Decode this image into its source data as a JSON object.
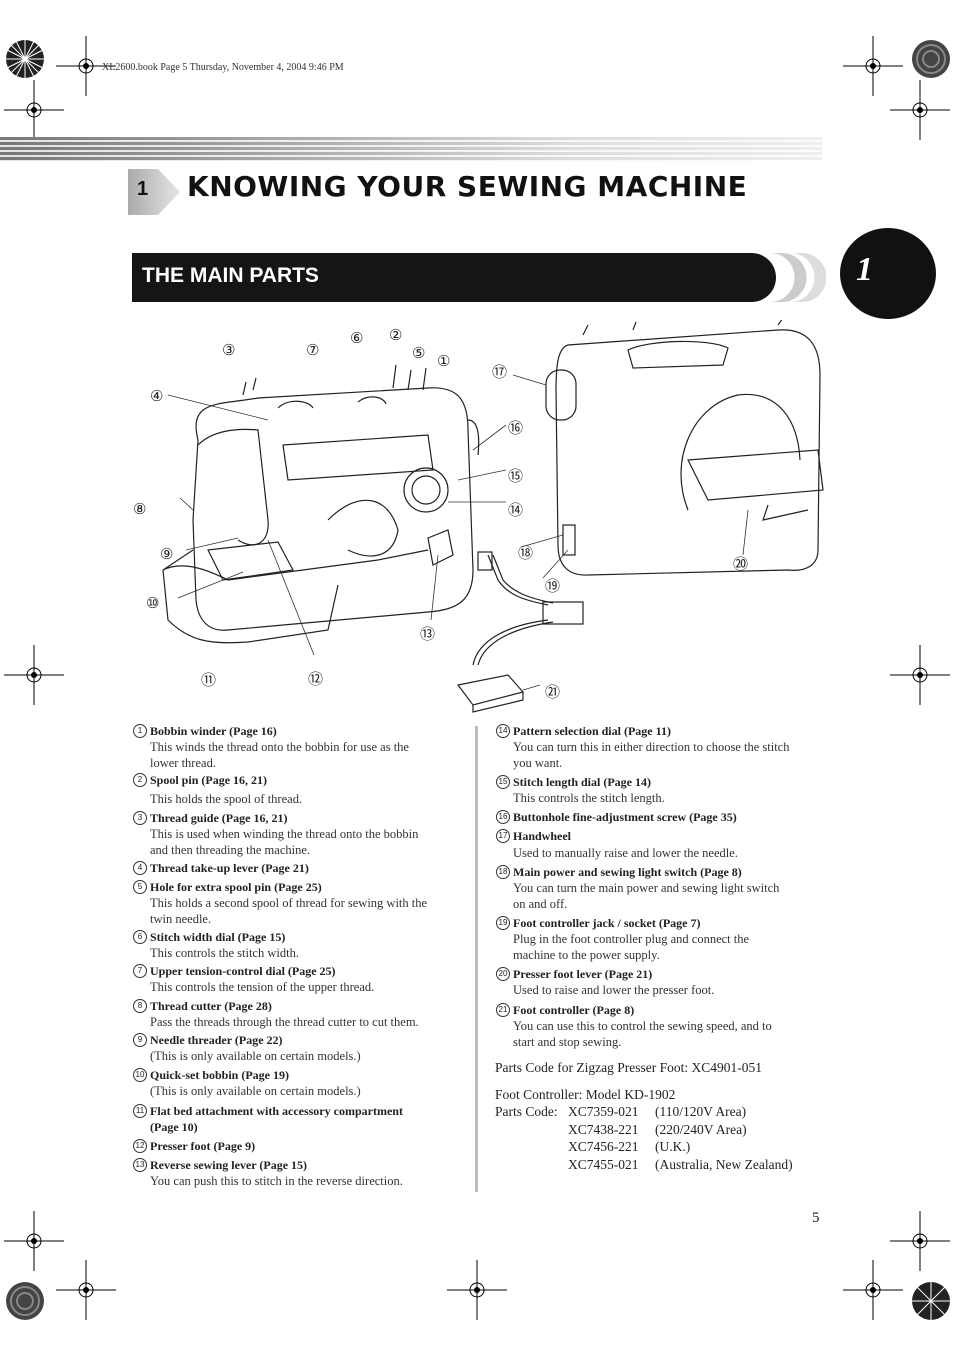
{
  "header": {
    "file_info": "XL2600.book  Page 5  Thursday, November 4, 2004  9:46 PM"
  },
  "chapter": {
    "number": "1",
    "title": "KNOWING YOUR SEWING MACHINE",
    "tab_number": "1"
  },
  "section": {
    "title": "THE MAIN PARTS"
  },
  "callouts": [
    "①",
    "②",
    "③",
    "④",
    "⑤",
    "⑥",
    "⑦",
    "⑧",
    "⑨",
    "⑩",
    "⑪",
    "⑫",
    "⑬",
    "⑭",
    "⑮",
    "⑯",
    "⑰",
    "⑱",
    "⑲",
    "⑳",
    "㉑"
  ],
  "parts_left": [
    {
      "num": "1",
      "title": "Bobbin winder (Page 16)",
      "desc": [
        "This winds the thread onto the bobbin for use as the",
        "lower thread."
      ]
    },
    {
      "num": "2",
      "title": "Spool pin (Page 16, 21)",
      "desc": [
        "This holds the spool of thread."
      ]
    },
    {
      "num": "3",
      "title": "Thread guide (Page 16, 21)",
      "desc": [
        "This is used when winding the thread onto the bobbin",
        "and then threading the machine."
      ]
    },
    {
      "num": "4",
      "title": "Thread take-up lever (Page 21)",
      "desc": []
    },
    {
      "num": "5",
      "title": "Hole for extra spool pin (Page 25)",
      "desc": [
        "This holds a second spool of thread for sewing with the",
        "twin needle."
      ]
    },
    {
      "num": "6",
      "title": "Stitch width dial (Page 15)",
      "desc": [
        "This controls the stitch width."
      ]
    },
    {
      "num": "7",
      "title": "Upper tension-control dial (Page 25)",
      "desc": [
        "This controls the tension of the upper thread."
      ]
    },
    {
      "num": "8",
      "title": "Thread cutter (Page 28)",
      "desc": [
        "Pass the threads through the thread cutter to cut them."
      ]
    },
    {
      "num": "9",
      "title": "Needle threader (Page 22)",
      "desc": [
        "(This is only available on certain models.)"
      ]
    },
    {
      "num": "10",
      "title": "Quick-set bobbin (Page 19)",
      "desc": [
        "(This is only available on certain models.)"
      ]
    },
    {
      "num": "11",
      "title": "Flat bed attachment with accessory compartment",
      "desc": [
        "(Page 10)"
      ]
    },
    {
      "num": "12",
      "title": "Presser foot (Page 9)",
      "desc": []
    },
    {
      "num": "13",
      "title": "Reverse sewing lever (Page 15)",
      "desc": [
        "You can push this to stitch in the reverse direction."
      ]
    }
  ],
  "parts_right": [
    {
      "num": "14",
      "title": "Pattern selection dial (Page 11)",
      "desc": [
        "You can turn this in either direction to choose the stitch",
        "you want."
      ]
    },
    {
      "num": "15",
      "title": "Stitch length dial (Page 14)",
      "desc": [
        "This controls the stitch length."
      ]
    },
    {
      "num": "16",
      "title": "Buttonhole fine-adjustment screw (Page 35)",
      "desc": []
    },
    {
      "num": "17",
      "title": "Handwheel",
      "desc": [
        "Used to manually raise and lower the needle."
      ]
    },
    {
      "num": "18",
      "title": "Main power and sewing light switch (Page 8)",
      "desc": [
        "You can turn the main power and sewing light switch",
        "on and off."
      ]
    },
    {
      "num": "19",
      "title": "Foot controller jack / socket (Page 7)",
      "desc": [
        "Plug in the foot controller plug and connect the",
        "machine to the power supply."
      ]
    },
    {
      "num": "20",
      "title": "Presser foot lever (Page 21)",
      "desc": [
        "Used to raise and lower the presser foot."
      ]
    },
    {
      "num": "21",
      "title": "Foot controller (Page 8)",
      "desc": [
        "You can use this to control the sewing speed, and to",
        "start and stop sewing."
      ]
    }
  ],
  "parts_code": {
    "zigzag": "Parts Code for Zigzag Presser Foot: XC4901-051",
    "foot_controller": "Foot Controller: Model KD-1902",
    "label": "Parts Code:",
    "codes": [
      {
        "code": "XC7359-021",
        "area": "(110/120V Area)"
      },
      {
        "code": "XC7438-221",
        "area": "(220/240V Area)"
      },
      {
        "code": "XC7456-221",
        "area": "(U.K.)"
      },
      {
        "code": "XC7455-021",
        "area": "(Australia, New Zealand)"
      }
    ]
  },
  "footer": {
    "page_number": "5"
  },
  "colors": {
    "section_bar": "#151515",
    "tab": "#111111",
    "stripe_dark": "#777777",
    "stripe_light": "#eeeeee"
  },
  "icons": [
    "registration-mark-icon",
    "color-target-icon",
    "chapter-arrow-icon",
    "sewing-machine-front-illustration",
    "sewing-machine-back-illustration",
    "foot-controller-illustration"
  ]
}
